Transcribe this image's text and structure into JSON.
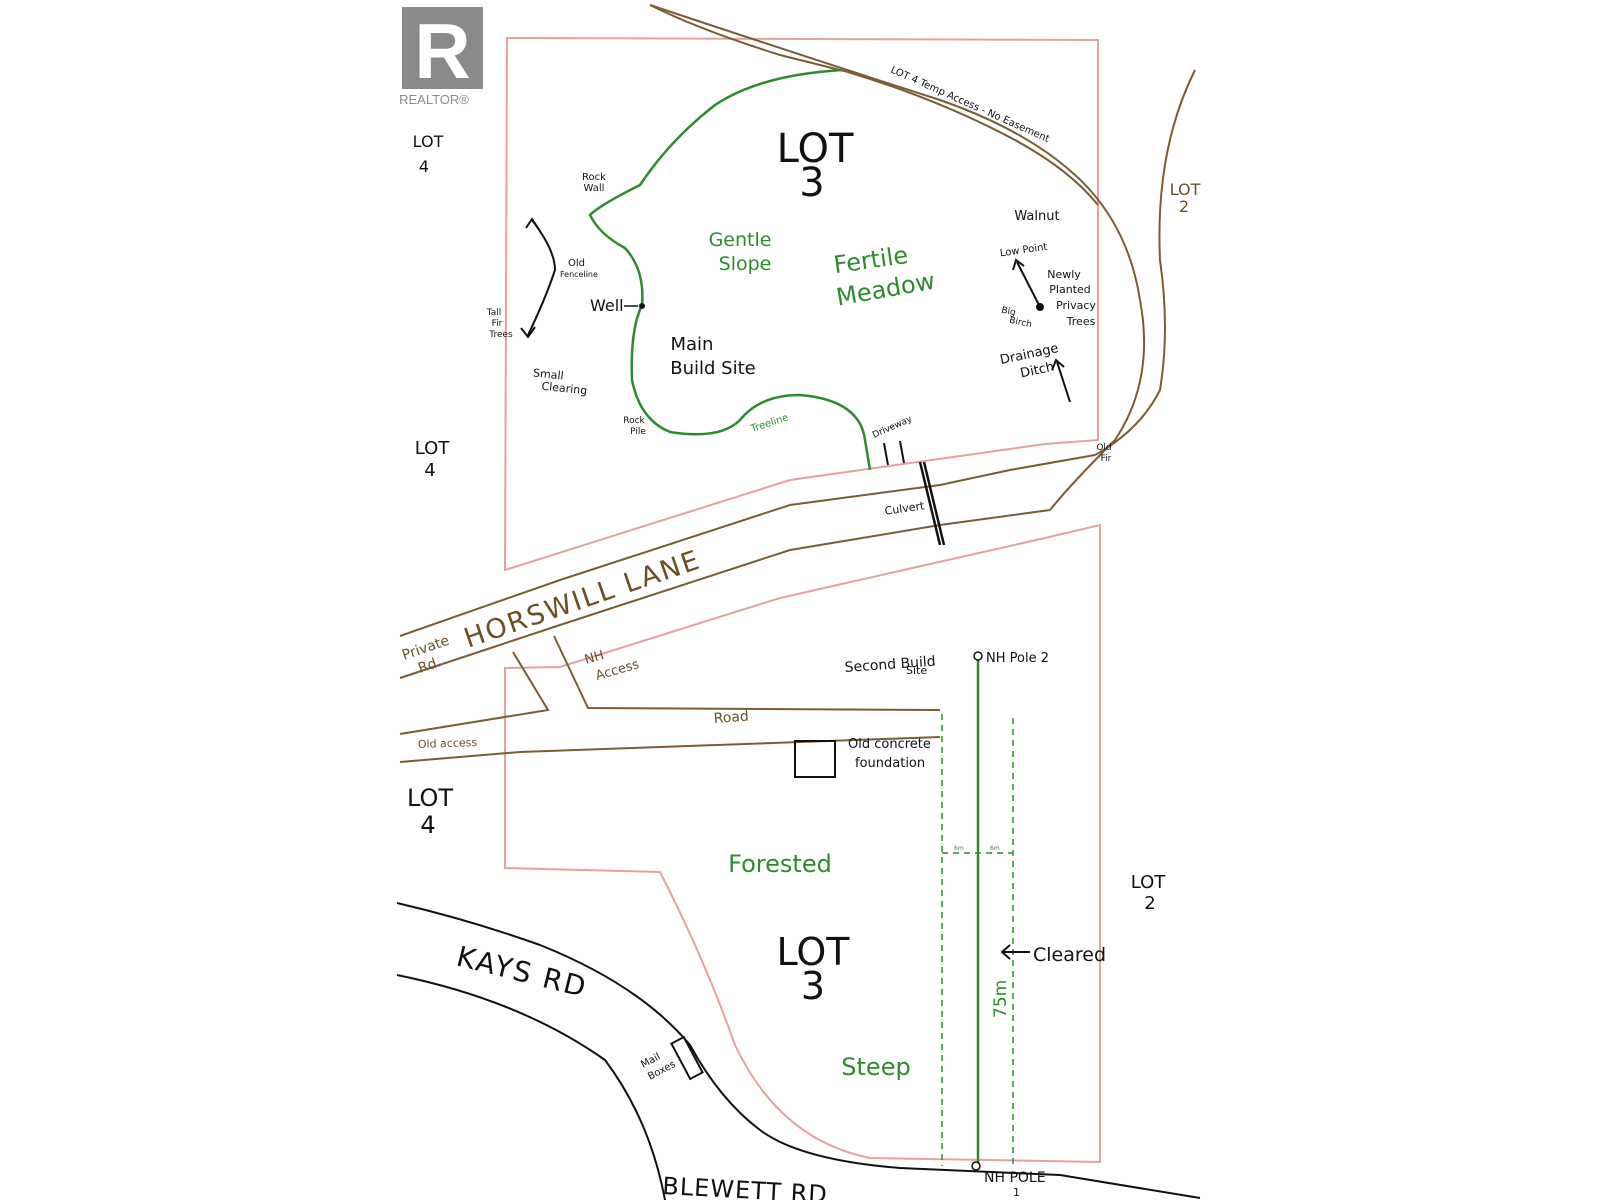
{
  "colors": {
    "property_line": "#e7a0a0",
    "road": "#7a5c34",
    "road_text": "#6b4f22",
    "vegetation": "#2f8a2f",
    "ink": "#111111",
    "realtor_grey": "#8a8a8a"
  },
  "logo": {
    "letter": "R",
    "wordmark": "REALTOR®"
  },
  "labels": {
    "lot3_north": [
      "LOT",
      "3"
    ],
    "lot3_south": [
      "LOT",
      "3"
    ],
    "lot4_a": [
      "LOT",
      "4"
    ],
    "lot4_b": [
      "LOT",
      "4"
    ],
    "lot4_c": [
      "LOT",
      "4"
    ],
    "lot2_a": [
      "LOT",
      "2"
    ],
    "lot2_b": [
      "LOT",
      "2"
    ],
    "temp_access": "LOT 4 Temp Access - No Easement",
    "rock_wall": [
      "Rock",
      "Wall"
    ],
    "old_fenceline": [
      "Old",
      "Fenceline"
    ],
    "tall_fir": [
      "Tall",
      "Fir",
      "Trees"
    ],
    "well": "Well",
    "small_clearing": [
      "Small",
      "Clearing"
    ],
    "rock_pile": [
      "Rock",
      "Pile"
    ],
    "treeline": "Treeline",
    "gentle_slope": [
      "Gentle",
      "Slope"
    ],
    "fertile_meadow": [
      "Fertile",
      "Meadow"
    ],
    "main_build_site": [
      "Main",
      "Build Site"
    ],
    "walnut": "Walnut",
    "low_point": "Low Point",
    "big_birch": [
      "Big",
      "Birch"
    ],
    "privacy_trees": [
      "Newly",
      "Planted",
      "Privacy",
      "Trees"
    ],
    "drainage_ditch": [
      "Drainage",
      "Ditch"
    ],
    "driveway": "Driveway",
    "old_fir": [
      "Old",
      "Fir"
    ],
    "culvert": "Culvert",
    "horswill_lane": "HORSWILL LANE",
    "private_rd": [
      "Private",
      "Rd."
    ],
    "nh_access": [
      "NH",
      "Access"
    ],
    "second_build_site": [
      "Second Build",
      "Site"
    ],
    "nh_pole_2": "NH Pole 2",
    "road": "Road",
    "old_access": "Old access",
    "old_foundation": [
      "Old concrete",
      "foundation"
    ],
    "forested": "Forested",
    "cleared": "Cleared",
    "distance": "75m",
    "offset_a": "6m",
    "offset_b": "6m",
    "steep": "Steep",
    "kays_rd": "KAYS RD",
    "mail_boxes": [
      "Mail",
      "Boxes"
    ],
    "blewett_rd": "BLEWETT RD",
    "nh_pole_1": [
      "NH POLE",
      "1"
    ]
  }
}
